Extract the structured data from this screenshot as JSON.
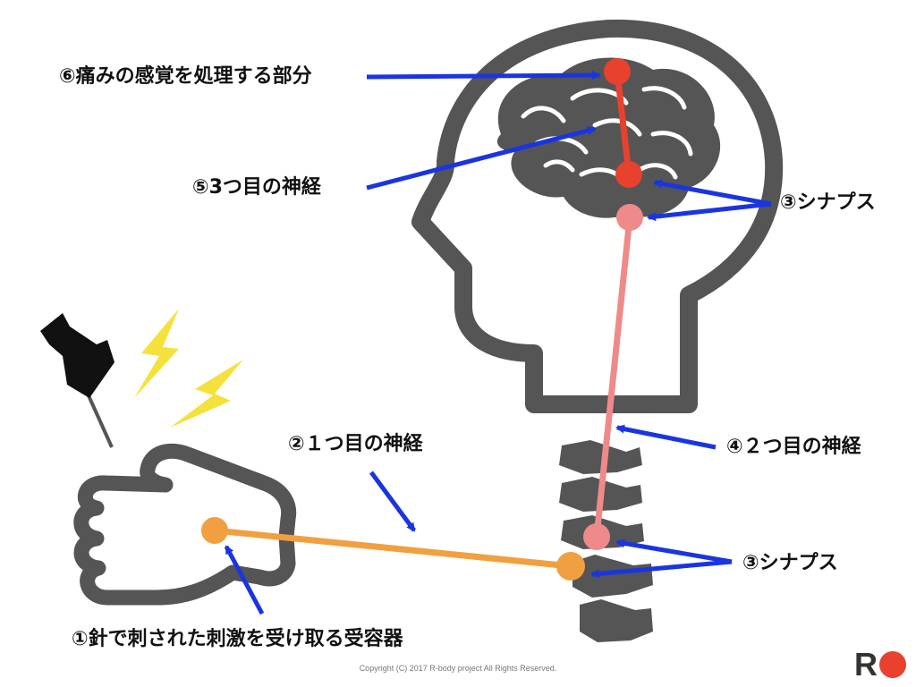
{
  "labels": {
    "pain_area": "⑥痛みの感覚を処理する部分",
    "nerve3": "⑤3つ目の神経",
    "synapse_top": "③シナプス",
    "nerve1": "②１つ目の神経",
    "nerve2": "④２つ目の神経",
    "synapse_bottom": "③シナプス",
    "receptor": "①針で刺された刺激を受け取る受容器"
  },
  "footer": {
    "copyright": "Copyright (C) 2017  R-body project All Rights Reserved.",
    "logo_letter": "R"
  },
  "colors": {
    "nerve1": "#f0a040",
    "nerve2": "#ef8a8a",
    "nerve3": "#e8412e",
    "arrow": "#1a35e0",
    "silhouette": "#555555",
    "lightning": "#f5e13c",
    "pin": "#111111",
    "logo_dot": "#e8412e"
  },
  "icons": [
    "head-silhouette-icon",
    "brain-icon",
    "spine-icon",
    "hand-icon",
    "pushpin-icon",
    "lightning-icon"
  ]
}
